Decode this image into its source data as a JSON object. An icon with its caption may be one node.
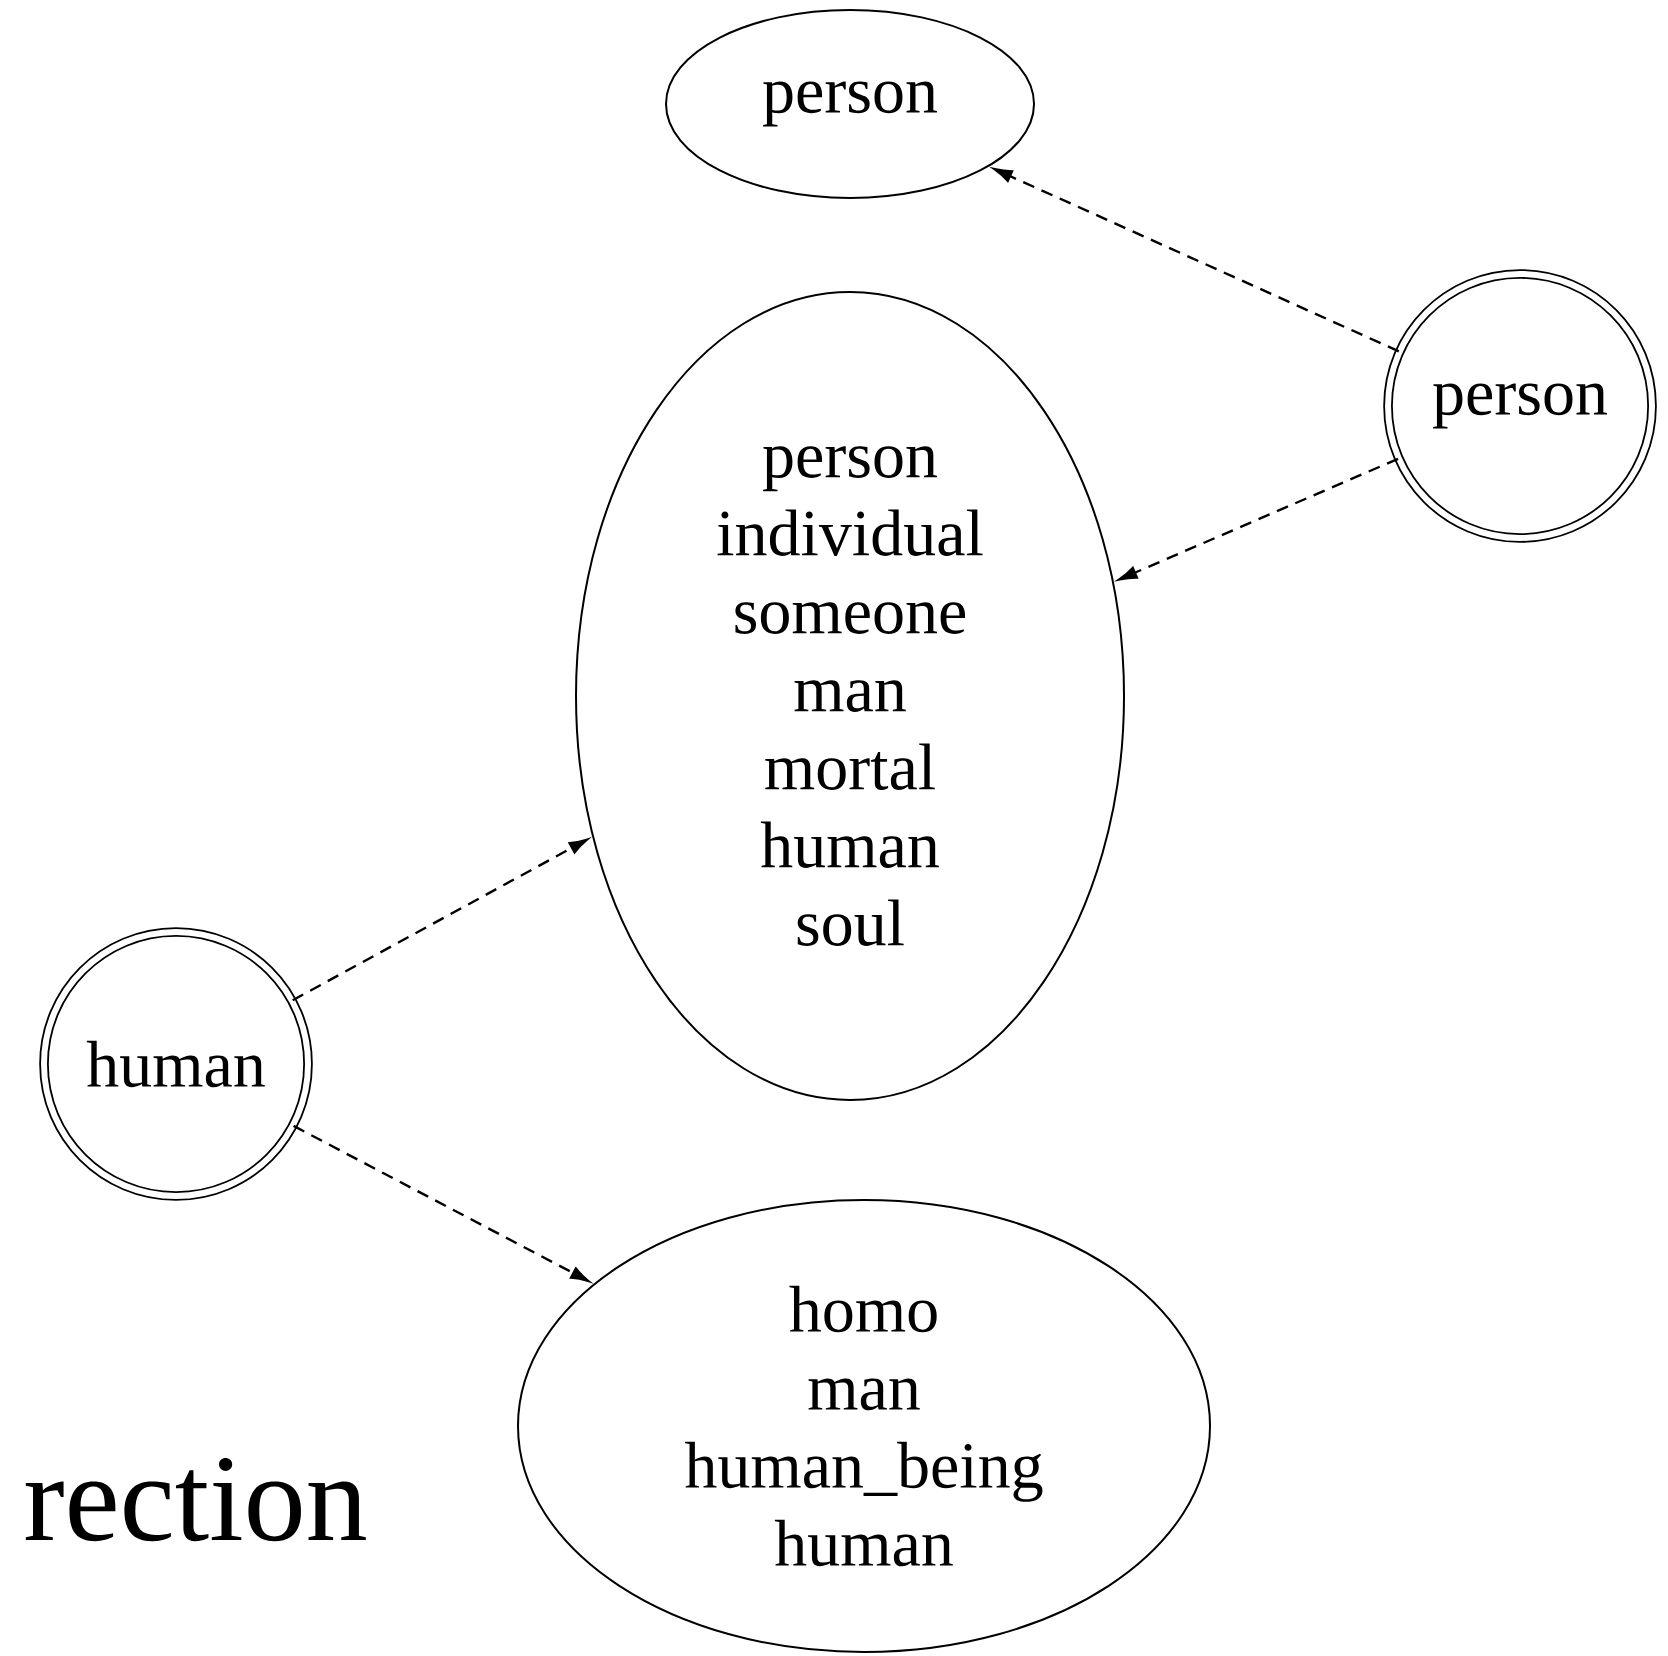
{
  "diagram": {
    "nodes": [
      {
        "text": [
          "person"
        ]
      },
      {
        "text": [
          "person",
          "individual",
          "someone",
          "man",
          "mortal",
          "human",
          "soul"
        ]
      },
      {
        "text": [
          "person"
        ]
      },
      {
        "text": [
          "human"
        ]
      },
      {
        "text": [
          "homo",
          "man",
          "human_being",
          "human"
        ]
      }
    ],
    "edges": [
      {
        "from": 2,
        "to": 0,
        "arrow": "to",
        "style": "dashed"
      },
      {
        "from": 2,
        "to": 1,
        "arrow": "to",
        "style": "dashed"
      },
      {
        "from": 3,
        "to": 1,
        "arrow": "to",
        "style": "dashed"
      },
      {
        "from": 3,
        "to": 4,
        "arrow": "to",
        "style": "dashed"
      }
    ],
    "labels": [
      "rection"
    ]
  }
}
